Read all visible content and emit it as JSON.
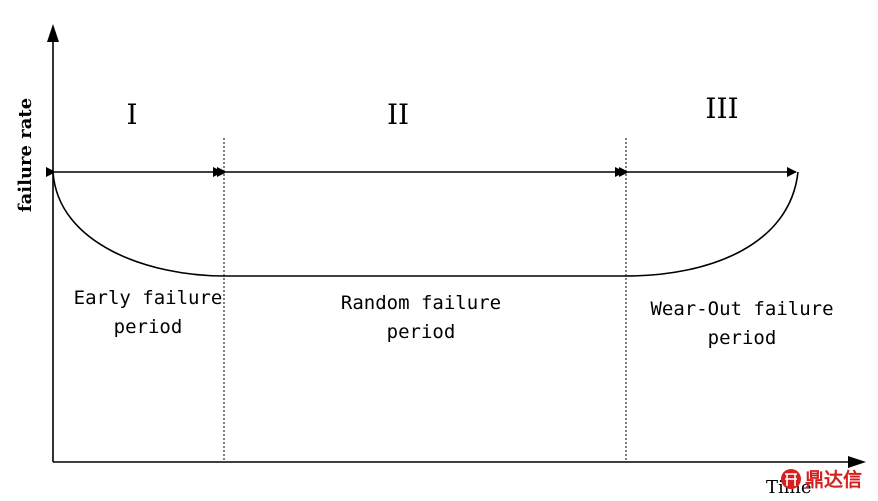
{
  "axes": {
    "y_label": "failure rate",
    "x_label": "Time"
  },
  "periods": [
    {
      "numeral": "I",
      "line1": "Early failure",
      "line2": "period"
    },
    {
      "numeral": "II",
      "line1": "Random failure",
      "line2": "period"
    },
    {
      "numeral": "III",
      "line1": "Wear-Out failure",
      "line2": "period"
    }
  ],
  "watermark": {
    "text": "鼎达信",
    "color": "#d42020"
  }
}
